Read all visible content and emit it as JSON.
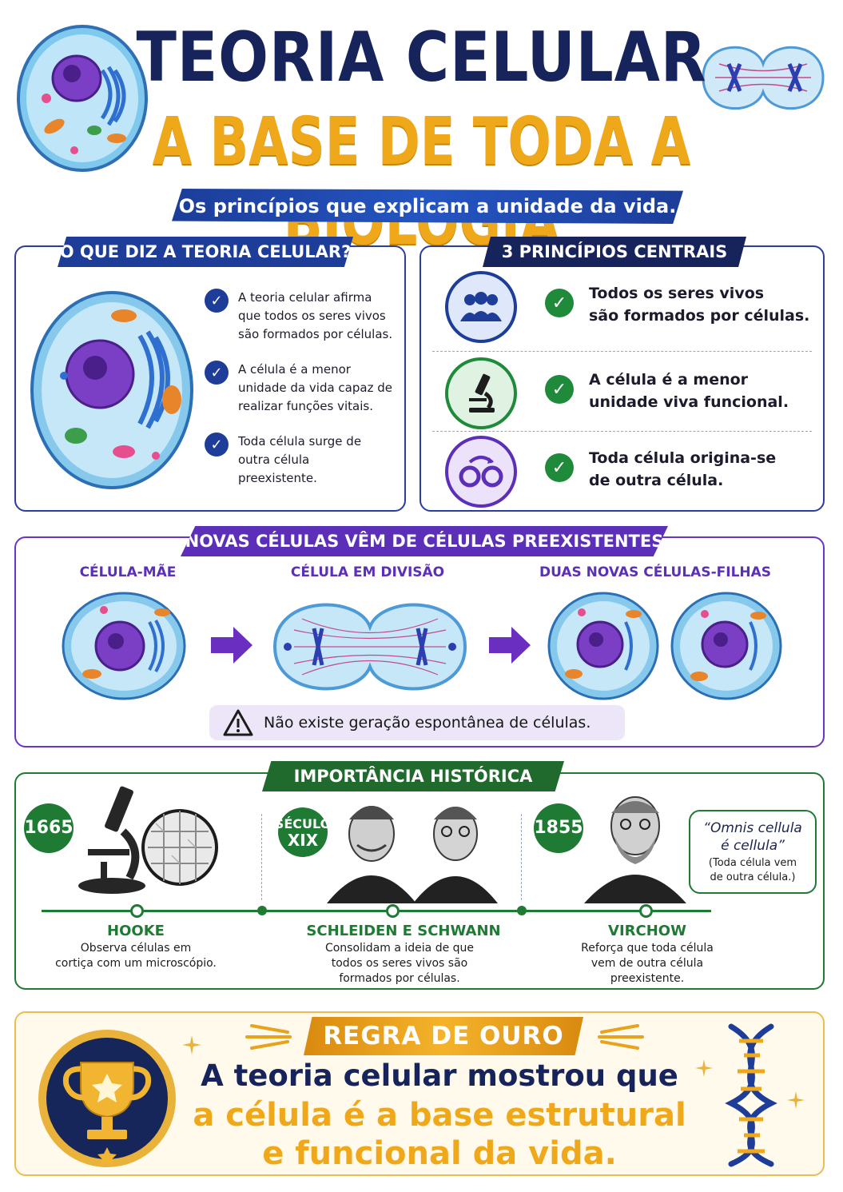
{
  "header": {
    "title": "TEORIA CELULAR",
    "subtitle": "A BASE DE TODA A BIOLOGIA",
    "tagline": "Os princípios que explicam a unidade da vida."
  },
  "what_says": {
    "heading": "O QUE DIZ A TEORIA CELULAR?",
    "items": [
      {
        "text": "A teoria celular afirma que todos os seres vivos são formados por células."
      },
      {
        "text": "A célula é a menor unidade da vida capaz de realizar funções vitais."
      },
      {
        "text": "Toda célula surge de outra célula preexistente."
      }
    ]
  },
  "principles": {
    "heading": "3 PRINCÍPIOS CENTRAIS",
    "items": [
      {
        "icon": "people-icon",
        "line1": "Todos os seres vivos",
        "line2": "são formados por células."
      },
      {
        "icon": "microscope-icon",
        "line1": "A célula é a menor",
        "line2": "unidade viva funcional."
      },
      {
        "icon": "cell-division-icon",
        "line1": "Toda célula origina-se",
        "line2": "de outra célula."
      }
    ]
  },
  "new_cells": {
    "heading": "NOVAS CÉLULAS VÊM DE CÉLULAS PREEXISTENTES",
    "stages": [
      "CÉLULA-MÃE",
      "CÉLULA EM DIVISÃO",
      "DUAS NOVAS CÉLULAS-FILHAS"
    ],
    "warning": "Não existe geração espontânea de células."
  },
  "history": {
    "heading": "IMPORTÂNCIA HISTÓRICA",
    "events": [
      {
        "year": "1665",
        "name": "HOOKE",
        "desc_lines": [
          "Observa células em",
          "cortiça com um microscópio."
        ]
      },
      {
        "year_line1": "SÉCULO",
        "year_line2": "XIX",
        "name": "SCHLEIDEN E SCHWANN",
        "desc_lines": [
          "Consolidam a ideia de que",
          "todos os seres vivos são",
          "formados por células."
        ]
      },
      {
        "year": "1855",
        "name": "VIRCHOW",
        "desc_lines": [
          "Reforça que toda célula",
          "vem de outra célula",
          "preexistente."
        ]
      }
    ],
    "quote_line1": "“Omnis cellula",
    "quote_line2": "é cellula”",
    "quote_trans1": "(Toda célula vem",
    "quote_trans2": "de outra célula.)"
  },
  "golden_rule": {
    "heading": "REGRA DE OURO",
    "line1": "A teoria celular mostrou que",
    "line2": "a célula é a base estrutural",
    "line3": "e funcional da vida."
  },
  "colors": {
    "navy": "#17245c",
    "gold": "#f0a81b",
    "blue": "#1d3d99",
    "green": "#1f7a34",
    "purple": "#5b2fb7"
  }
}
